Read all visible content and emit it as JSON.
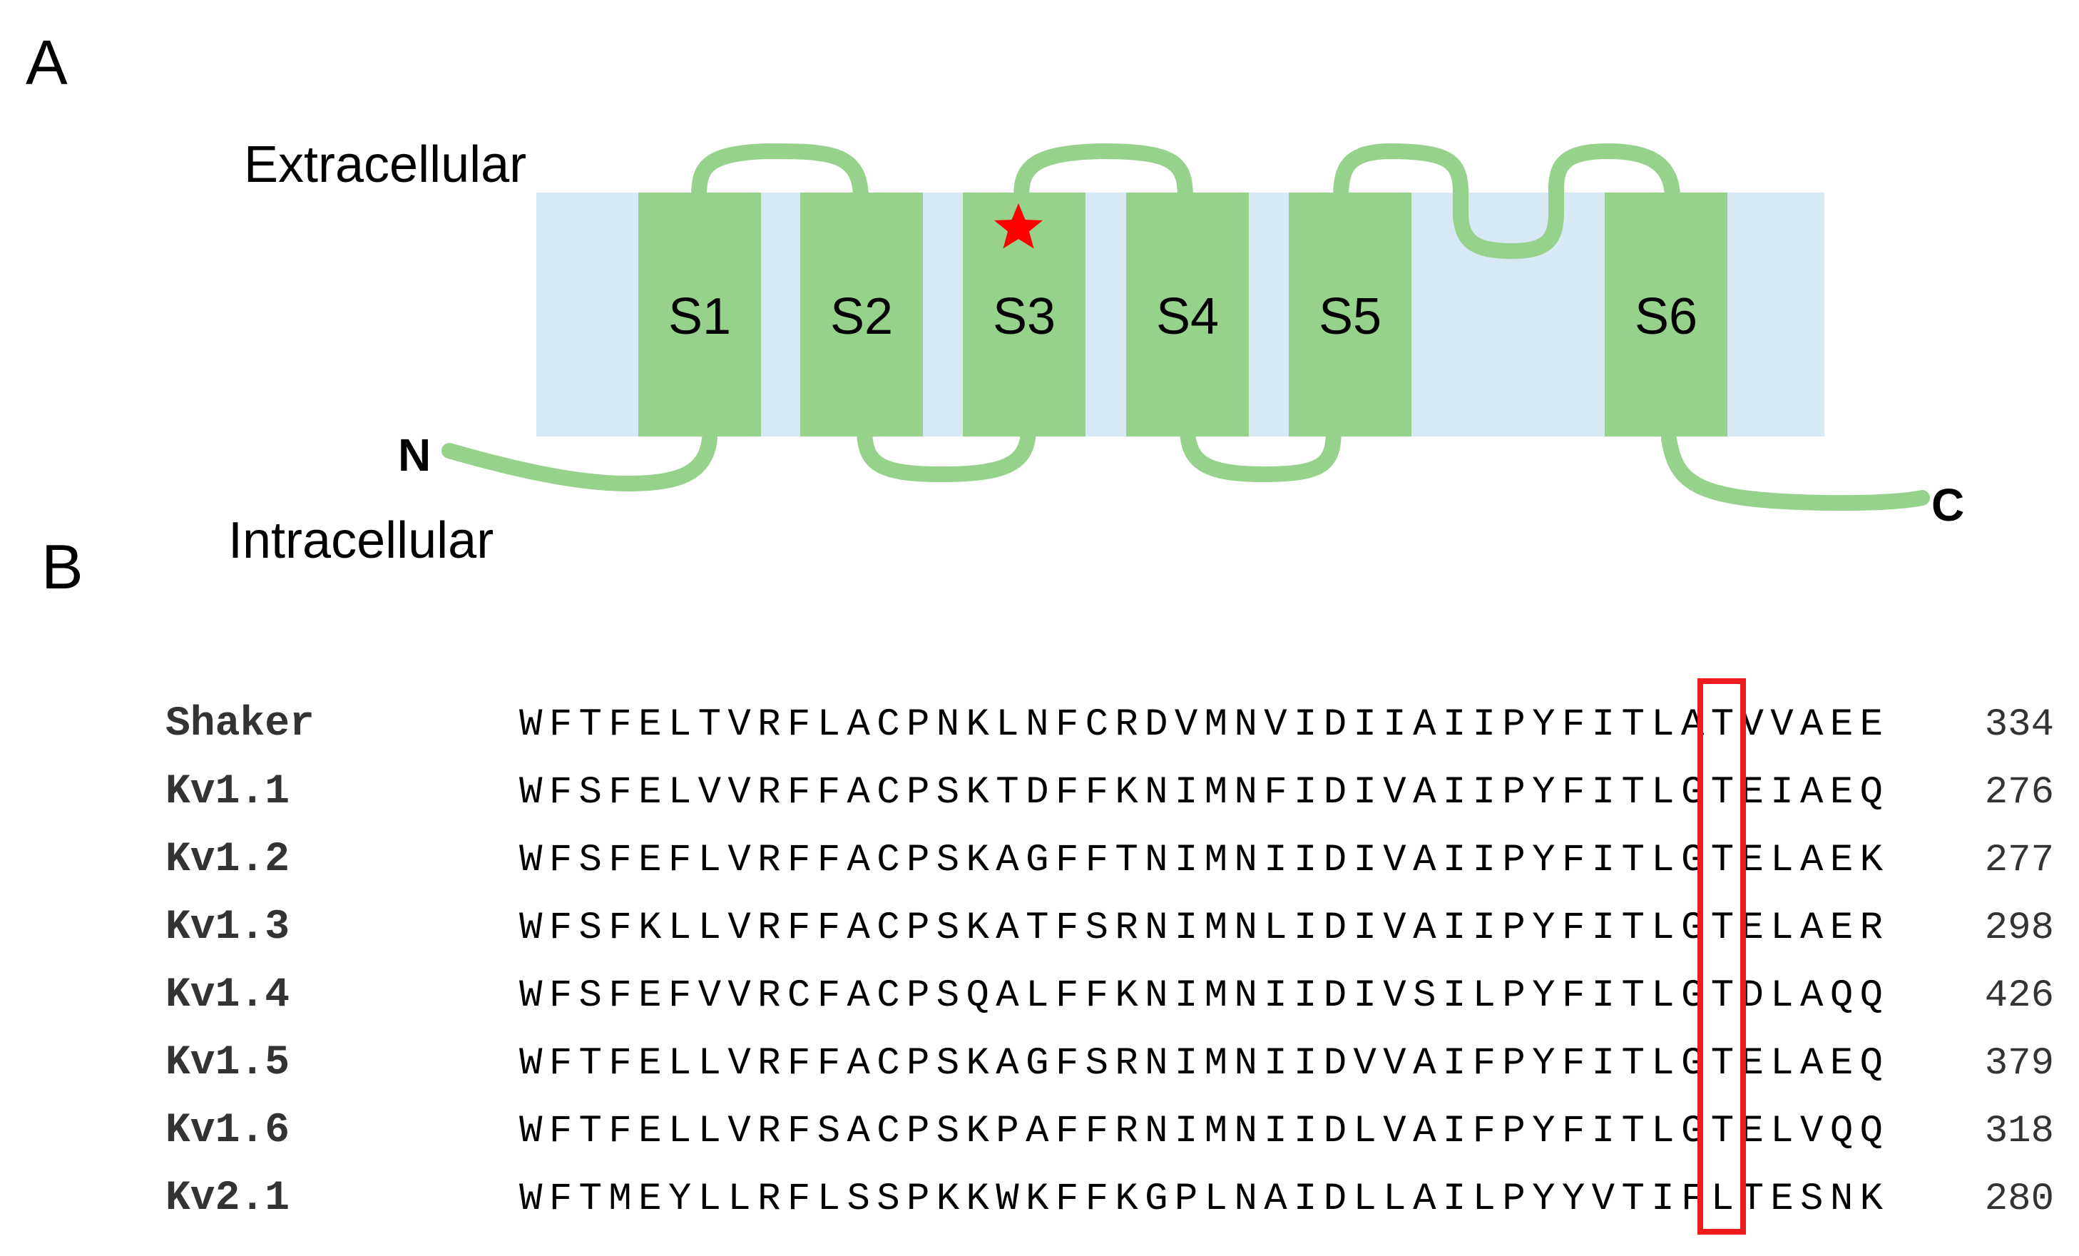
{
  "panel_a": {
    "letter": "A",
    "extracellular_label": "Extracellular",
    "intracellular_label": "Intracellular",
    "n_terminus": "N",
    "c_terminus": "C",
    "segments": [
      "S1",
      "S2",
      "S3",
      "S4",
      "S5",
      "S6"
    ],
    "colors": {
      "membrane": "#d6e9f5",
      "helix": "#96d28c",
      "loop": "#96d28c",
      "star": "#ff0000"
    }
  },
  "panel_b": {
    "letter": "B",
    "alignment": [
      {
        "name": "Shaker",
        "sequence": "WFTFELTVRFLACPNKLNFCRDVMNVIDIIAIIPYFITLATVVAEE",
        "position": "334"
      },
      {
        "name": "Kv1.1",
        "sequence": "WFSFELVVRFFACPSKTDFFKNIMNFIDIVAIIPYFITLGTEIAEQ",
        "position": "276"
      },
      {
        "name": "Kv1.2",
        "sequence": "WFSFEFLVRFFACPSKAGFFTNIMNIIDIVAIIPYFITLGTELAEK",
        "position": "277"
      },
      {
        "name": "Kv1.3",
        "sequence": "WFSFKLLVRFFACPSKATFSRNIMNLIDIVAIIPYFITLGTELAER",
        "position": "298"
      },
      {
        "name": "Kv1.4",
        "sequence": "WFSFEFVVRCFACPSQALFFKNIMNIIDIVSILPYFITLGTDLAQQ",
        "position": "426"
      },
      {
        "name": "Kv1.5",
        "sequence": "WFTFELLVRFFACPSKAGFSRNIMNIIDVVAIFPYFITLGTELAEQ",
        "position": "379"
      },
      {
        "name": "Kv1.6",
        "sequence": "WFTFELLVRFSACPSKPAFFRNIMNIIDLVAIFPYFITLGTELVQQ",
        "position": "318"
      },
      {
        "name": "Kv2.1",
        "sequence": "WFTMEYLLRFLSSPKKWKFFKGPLNAIDLLAILPYYVTIFLTESNK",
        "position": "280"
      }
    ],
    "highlight_box_color": "#ee1c1c"
  }
}
